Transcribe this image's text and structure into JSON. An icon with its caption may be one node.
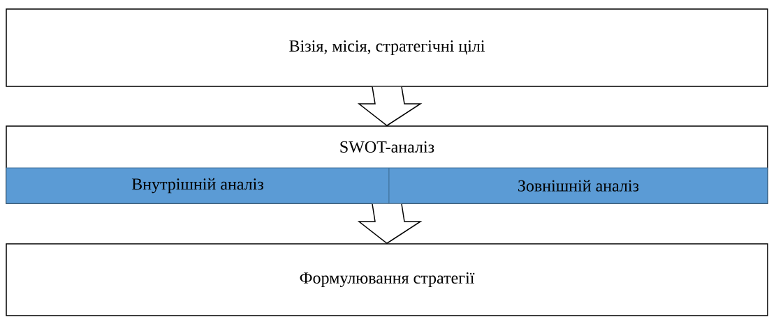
{
  "diagram": {
    "nodes": [
      {
        "text": [
          "Візія, місія, стратегічні цілі"
        ]
      },
      {
        "text": [
          "SWOT-аналіз"
        ]
      },
      {
        "text": [
          "Внутрішній аналіз"
        ],
        "in": 1
      },
      {
        "text": [
          "Зовнішній аналіз"
        ],
        "in": 1
      },
      {
        "text": [
          "Формулювання стратегії"
        ]
      }
    ],
    "edges": [
      {
        "from": 0,
        "to": 1,
        "arrow": "to"
      },
      {
        "from": 1,
        "to": 4,
        "arrow": "to"
      }
    ]
  }
}
